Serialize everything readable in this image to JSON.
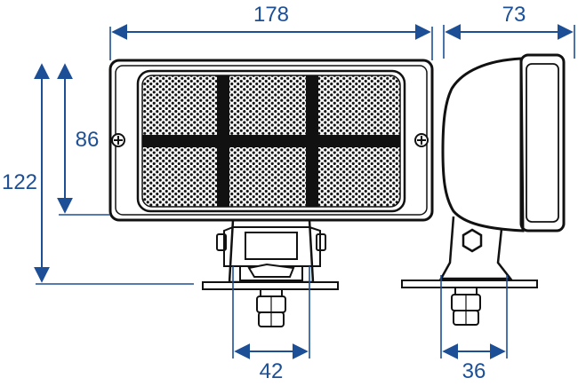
{
  "dimensions": {
    "width": "178",
    "depth": "73",
    "total_height": "122",
    "lens_height": "86",
    "bracket_width": "42",
    "side_bracket_width": "36"
  },
  "colors": {
    "dimension": "#1d4f96",
    "outline": "#111111",
    "background": "#ffffff"
  }
}
